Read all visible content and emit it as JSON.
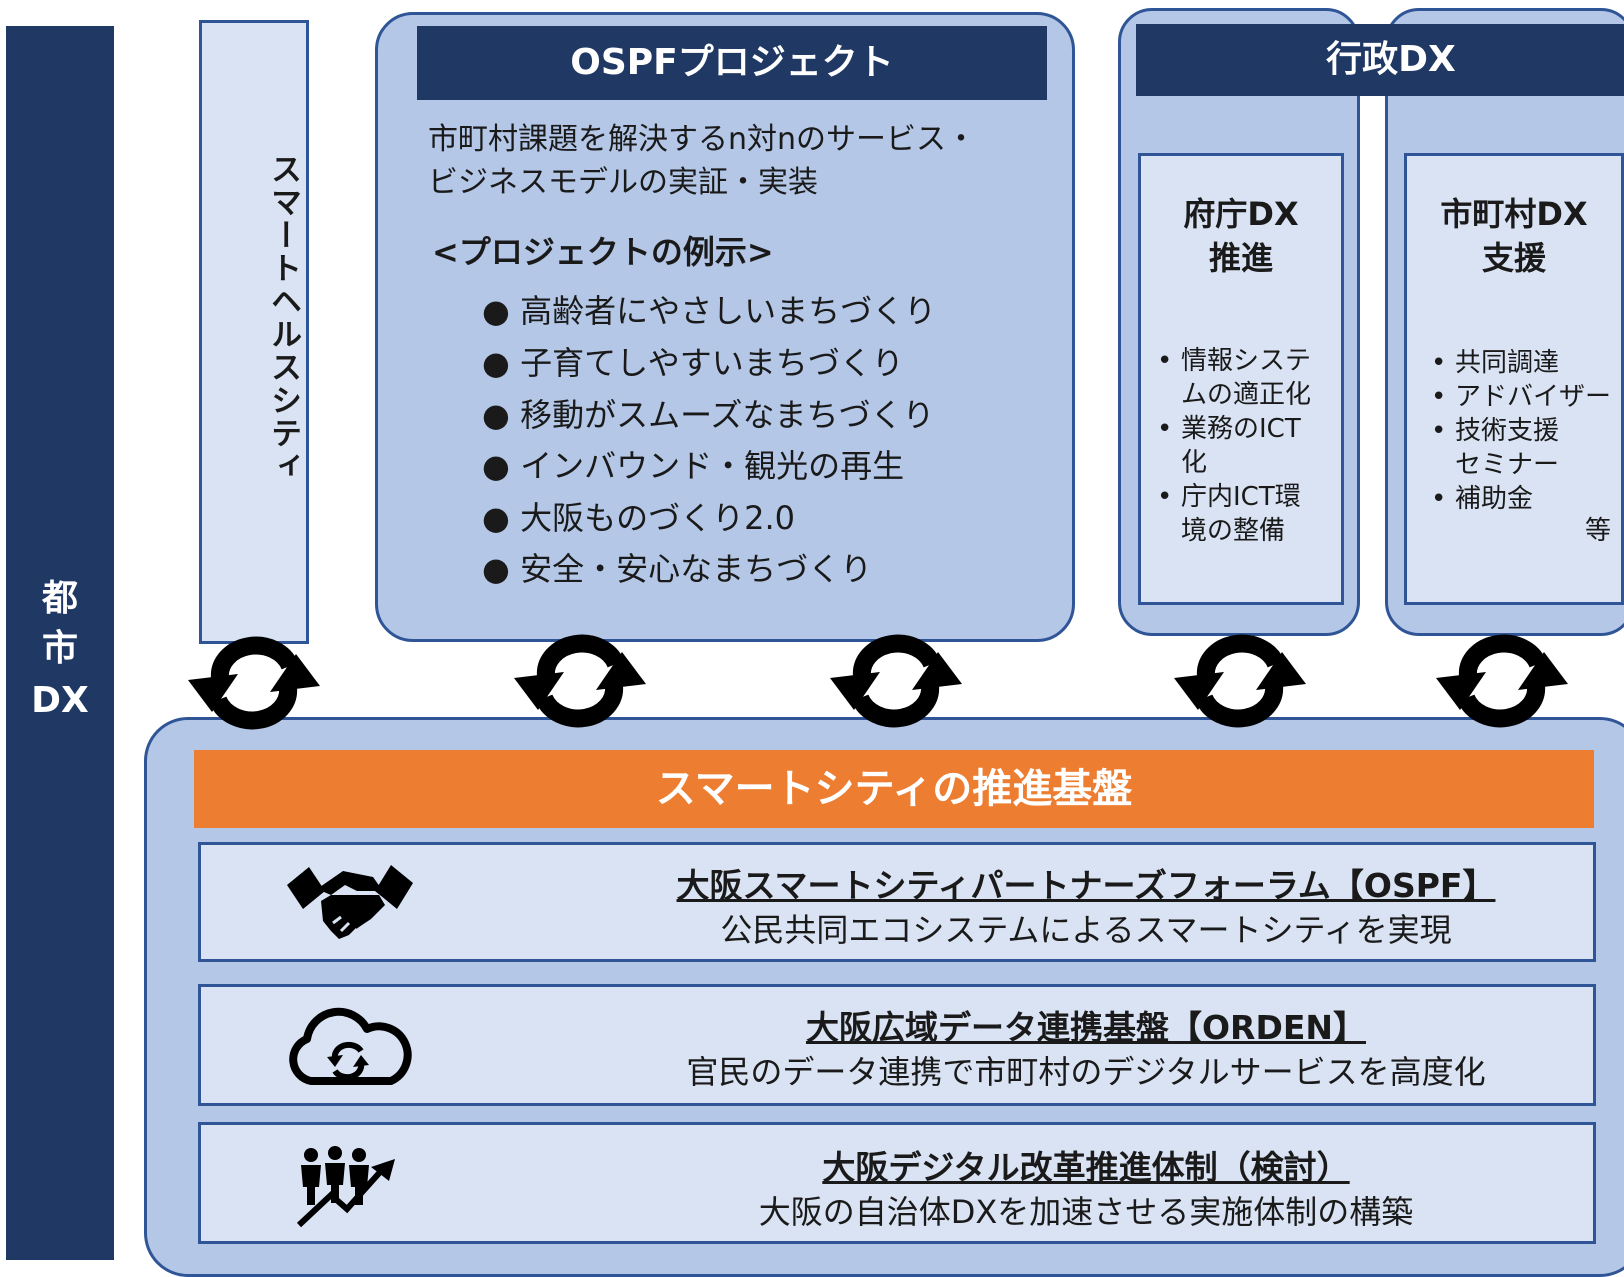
{
  "city_dx": {
    "line1": "都",
    "line2": "市",
    "line3": "DX"
  },
  "smart_health": {
    "label": "スマートヘルスシティ"
  },
  "ospf_project": {
    "title": "OSPFプロジェクト",
    "description_line1": "市町村課題を解決するn対nのサービス・",
    "description_line2": "ビジネスモデルの実証・実装",
    "examples_heading": "<プロジェクトの例示>",
    "examples": [
      "高齢者にやさしいまちづくり",
      "子育てしやすいまちづくり",
      "移動がスムーズなまちづくり",
      "インバウンド・観光の再生",
      "大阪ものづくり2.0",
      "安全・安心なまちづくり"
    ]
  },
  "admin_dx": {
    "title": "行政DX",
    "prefecture": {
      "title_line1": "府庁DX",
      "title_line2": "推進",
      "items": [
        {
          "line1": "情報システ",
          "line2": "ムの適正化"
        },
        {
          "line1": "業務のICT",
          "line2": "化"
        },
        {
          "line1": "庁内ICT環",
          "line2": "境の整備"
        }
      ]
    },
    "municipality": {
      "title_line1": "市町村DX",
      "title_line2": "支援",
      "items": [
        {
          "line1": "共同調達",
          "line2": ""
        },
        {
          "line1": "アドバイザー",
          "line2": ""
        },
        {
          "line1": "技術支援",
          "line2": "セミナー"
        },
        {
          "line1": "補助金",
          "line2": ""
        }
      ],
      "etc": "等"
    }
  },
  "foundation": {
    "title": "スマートシティの推進基盤",
    "rows": [
      {
        "icon": "handshake-icon",
        "title": "大阪スマートシティパートナーズフォーラム【OSPF】",
        "subtitle": "公民共同エコシステムによるスマートシティを実現"
      },
      {
        "icon": "cloud-sync-icon",
        "title": "大阪広域データ連携基盤【ORDEN】",
        "subtitle": "官民のデータ連携で市町村のデジタルサービスを高度化"
      },
      {
        "icon": "team-growth-icon",
        "title": "大阪デジタル改革推進体制（検討）",
        "subtitle": "大阪の自治体DXを加速させる実施体制の構築"
      }
    ]
  },
  "colors": {
    "navy": "#1f3864",
    "panel": "#b4c7e7",
    "light": "#dae3f3",
    "orange": "#ed7d31",
    "border": "#2f5597"
  }
}
